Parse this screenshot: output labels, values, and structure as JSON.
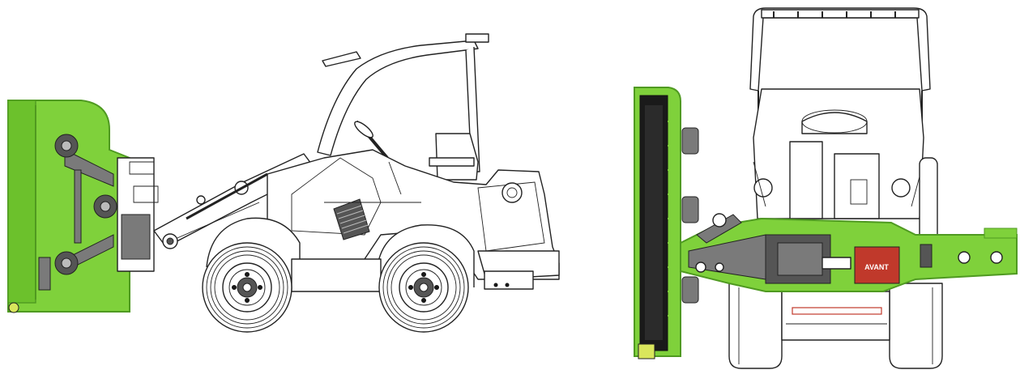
{
  "diagram": {
    "views": [
      "side",
      "front"
    ],
    "colors": {
      "attachment": "#7fd13b",
      "attachment_edge": "#4f9a21",
      "line": "#222222",
      "background": "#ffffff"
    },
    "brand_decal": "AVANT"
  }
}
